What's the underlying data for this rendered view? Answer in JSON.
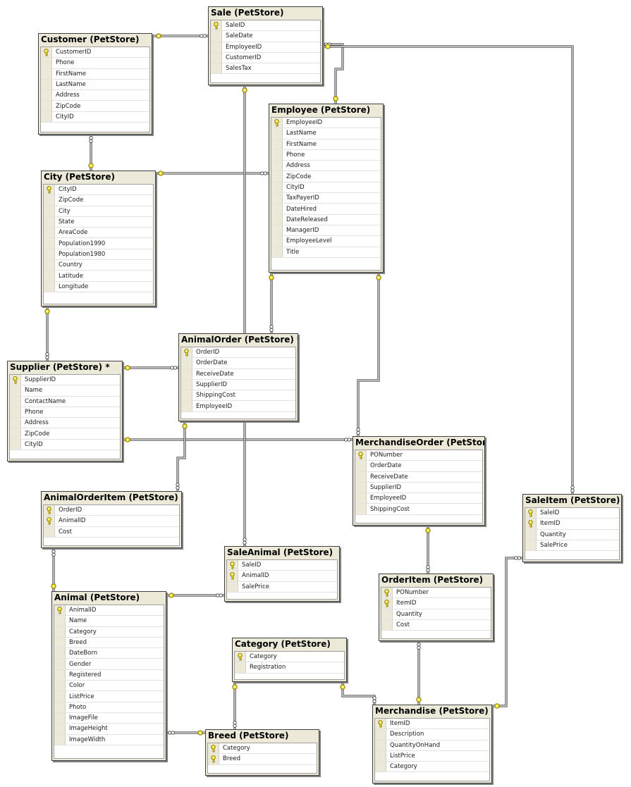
{
  "colors": {
    "table_header": "#ece9d8",
    "connector": "#404040",
    "key_fill": "#f5e52a",
    "key_stroke": "#7a6a00",
    "body_bg": "#ffffff"
  },
  "icons": {
    "primary_key": "key-icon"
  },
  "tables": [
    {
      "id": "sale",
      "title": "Sale (PetStore)",
      "fields": [
        {
          "name": "SaleID",
          "pk": true
        },
        {
          "name": "SaleDate",
          "pk": false
        },
        {
          "name": "EmployeeID",
          "pk": false
        },
        {
          "name": "CustomerID",
          "pk": false
        },
        {
          "name": "SalesTax",
          "pk": false
        }
      ]
    },
    {
      "id": "customer",
      "title": "Customer (PetStore)",
      "fields": [
        {
          "name": "CustomerID",
          "pk": true
        },
        {
          "name": "Phone",
          "pk": false
        },
        {
          "name": "FirstName",
          "pk": false
        },
        {
          "name": "LastName",
          "pk": false
        },
        {
          "name": "Address",
          "pk": false
        },
        {
          "name": "ZipCode",
          "pk": false
        },
        {
          "name": "CityID",
          "pk": false
        }
      ]
    },
    {
      "id": "employee",
      "title": "Employee (PetStore)",
      "fields": [
        {
          "name": "EmployeeID",
          "pk": true
        },
        {
          "name": "LastName",
          "pk": false
        },
        {
          "name": "FirstName",
          "pk": false
        },
        {
          "name": "Phone",
          "pk": false
        },
        {
          "name": "Address",
          "pk": false
        },
        {
          "name": "ZipCode",
          "pk": false
        },
        {
          "name": "CityID",
          "pk": false
        },
        {
          "name": "TaxPayerID",
          "pk": false
        },
        {
          "name": "DateHired",
          "pk": false
        },
        {
          "name": "DateReleased",
          "pk": false
        },
        {
          "name": "ManagerID",
          "pk": false
        },
        {
          "name": "EmployeeLevel",
          "pk": false
        },
        {
          "name": "Title",
          "pk": false
        }
      ]
    },
    {
      "id": "city",
      "title": "City (PetStore)",
      "fields": [
        {
          "name": "CityID",
          "pk": true
        },
        {
          "name": "ZipCode",
          "pk": false
        },
        {
          "name": "City",
          "pk": false
        },
        {
          "name": "State",
          "pk": false
        },
        {
          "name": "AreaCode",
          "pk": false
        },
        {
          "name": "Population1990",
          "pk": false
        },
        {
          "name": "Population1980",
          "pk": false
        },
        {
          "name": "Country",
          "pk": false
        },
        {
          "name": "Latitude",
          "pk": false
        },
        {
          "name": "Longitude",
          "pk": false
        }
      ]
    },
    {
      "id": "animalorder",
      "title": "AnimalOrder (PetStore) *",
      "fields": [
        {
          "name": "OrderID",
          "pk": true
        },
        {
          "name": "OrderDate",
          "pk": false
        },
        {
          "name": "ReceiveDate",
          "pk": false
        },
        {
          "name": "SupplierID",
          "pk": false
        },
        {
          "name": "ShippingCost",
          "pk": false
        },
        {
          "name": "EmployeeID",
          "pk": false
        }
      ]
    },
    {
      "id": "supplier",
      "title": "Supplier (PetStore) *",
      "fields": [
        {
          "name": "SupplierID",
          "pk": true
        },
        {
          "name": "Name",
          "pk": false
        },
        {
          "name": "ContactName",
          "pk": false
        },
        {
          "name": "Phone",
          "pk": false
        },
        {
          "name": "Address",
          "pk": false
        },
        {
          "name": "ZipCode",
          "pk": false
        },
        {
          "name": "CityID",
          "pk": false
        }
      ]
    },
    {
      "id": "merchandiseorder",
      "title": "MerchandiseOrder (PetStore)",
      "fields": [
        {
          "name": "PONumber",
          "pk": true
        },
        {
          "name": "OrderDate",
          "pk": false
        },
        {
          "name": "ReceiveDate",
          "pk": false
        },
        {
          "name": "SupplierID",
          "pk": false
        },
        {
          "name": "EmployeeID",
          "pk": false
        },
        {
          "name": "ShippingCost",
          "pk": false
        }
      ]
    },
    {
      "id": "animalorderitem",
      "title": "AnimalOrderItem (PetStore)",
      "fields": [
        {
          "name": "OrderID",
          "pk": true
        },
        {
          "name": "AnimalID",
          "pk": true
        },
        {
          "name": "Cost",
          "pk": false
        }
      ]
    },
    {
      "id": "saleitem",
      "title": "SaleItem (PetStore)",
      "fields": [
        {
          "name": "SaleID",
          "pk": true
        },
        {
          "name": "ItemID",
          "pk": true
        },
        {
          "name": "Quantity",
          "pk": false
        },
        {
          "name": "SalePrice",
          "pk": false
        }
      ]
    },
    {
      "id": "saleanimal",
      "title": "SaleAnimal (PetStore)",
      "fields": [
        {
          "name": "SaleID",
          "pk": true
        },
        {
          "name": "AnimalID",
          "pk": true
        },
        {
          "name": "SalePrice",
          "pk": false
        }
      ]
    },
    {
      "id": "orderitem",
      "title": "OrderItem (PetStore)",
      "fields": [
        {
          "name": "PONumber",
          "pk": true
        },
        {
          "name": "ItemID",
          "pk": true
        },
        {
          "name": "Quantity",
          "pk": false
        },
        {
          "name": "Cost",
          "pk": false
        }
      ]
    },
    {
      "id": "animal",
      "title": "Animal (PetStore)",
      "fields": [
        {
          "name": "AnimalID",
          "pk": true
        },
        {
          "name": "Name",
          "pk": false
        },
        {
          "name": "Category",
          "pk": false
        },
        {
          "name": "Breed",
          "pk": false
        },
        {
          "name": "DateBorn",
          "pk": false
        },
        {
          "name": "Gender",
          "pk": false
        },
        {
          "name": "Registered",
          "pk": false
        },
        {
          "name": "Color",
          "pk": false
        },
        {
          "name": "ListPrice",
          "pk": false
        },
        {
          "name": "Photo",
          "pk": false
        },
        {
          "name": "ImageFile",
          "pk": false
        },
        {
          "name": "ImageHeight",
          "pk": false
        },
        {
          "name": "ImageWidth",
          "pk": false
        }
      ]
    },
    {
      "id": "category",
      "title": "Category (PetStore)",
      "fields": [
        {
          "name": "Category",
          "pk": true
        },
        {
          "name": "Registration",
          "pk": false
        }
      ]
    },
    {
      "id": "merchandise",
      "title": "Merchandise (PetStore)",
      "fields": [
        {
          "name": "ItemID",
          "pk": true
        },
        {
          "name": "Description",
          "pk": false
        },
        {
          "name": "QuantityOnHand",
          "pk": false
        },
        {
          "name": "ListPrice",
          "pk": false
        },
        {
          "name": "Category",
          "pk": false
        }
      ]
    },
    {
      "id": "breed",
      "title": "Breed (PetStore)",
      "fields": [
        {
          "name": "Category",
          "pk": true
        },
        {
          "name": "Breed",
          "pk": true
        }
      ]
    }
  ],
  "relationships": [
    {
      "one": "customer",
      "many": "sale"
    },
    {
      "one": "employee",
      "many": "sale"
    },
    {
      "one": "sale",
      "many": "saleitem"
    },
    {
      "one": "city",
      "many": "customer"
    },
    {
      "one": "city",
      "many": "employee"
    },
    {
      "one": "city",
      "many": "supplier"
    },
    {
      "one": "employee",
      "many": "animalorder"
    },
    {
      "one": "employee",
      "many": "merchandiseorder"
    },
    {
      "one": "supplier",
      "many": "animalorder"
    },
    {
      "one": "supplier",
      "many": "merchandiseorder"
    },
    {
      "one": "animalorder",
      "many": "animalorderitem"
    },
    {
      "one": "sale",
      "many": "saleanimal"
    },
    {
      "one": "animal",
      "many": "animalorderitem"
    },
    {
      "one": "animal",
      "many": "saleanimal"
    },
    {
      "one": "merchandiseorder",
      "many": "orderitem"
    },
    {
      "one": "merchandise",
      "many": "orderitem"
    },
    {
      "one": "merchandise",
      "many": "saleitem"
    },
    {
      "one": "category",
      "many": "merchandise"
    },
    {
      "one": "category",
      "many": "breed"
    },
    {
      "one": "breed",
      "many": "animal"
    }
  ]
}
